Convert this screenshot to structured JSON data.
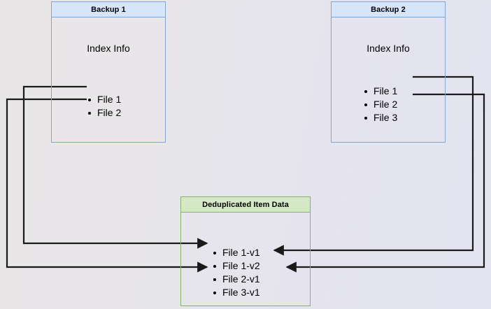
{
  "diagram": {
    "title_hidden": "Backup deduplication index diagram",
    "background_color": "#e8e6e7",
    "edge_color": "#1a1a1a",
    "nodes": [
      {
        "id": "backup1",
        "header": "Backup 1",
        "body_title": "Index Info",
        "border_color": "#7ea6d9",
        "header_fill": "#d7e5fa",
        "files": [
          "File 1",
          "File 2"
        ]
      },
      {
        "id": "backup2",
        "header": "Backup 2",
        "body_title": "Index Info",
        "border_color": "#7ea6d9",
        "header_fill": "#d7e5fa",
        "files": [
          "File 1",
          "File 2",
          "File 3"
        ]
      },
      {
        "id": "dedup",
        "header": "Deduplicated Item Data",
        "body_title": "",
        "border_color": "#82b366",
        "header_fill": "#d6e9c6",
        "files": [
          "File 1-v1",
          "File 1-v2",
          "File 2-v1",
          "File 3-v1"
        ]
      }
    ],
    "connections": [
      {
        "from": "backup1.File 1",
        "to": "dedup.File 1-v1",
        "direction": "right"
      },
      {
        "from": "backup1.File 2",
        "to": "dedup.File 2-v1",
        "direction": "right"
      },
      {
        "from": "backup2.File 1",
        "to": "dedup.File 1-v2",
        "direction": "left"
      },
      {
        "from": "backup2.File 2",
        "to": "dedup.File 2-v1",
        "direction": "left"
      }
    ]
  }
}
